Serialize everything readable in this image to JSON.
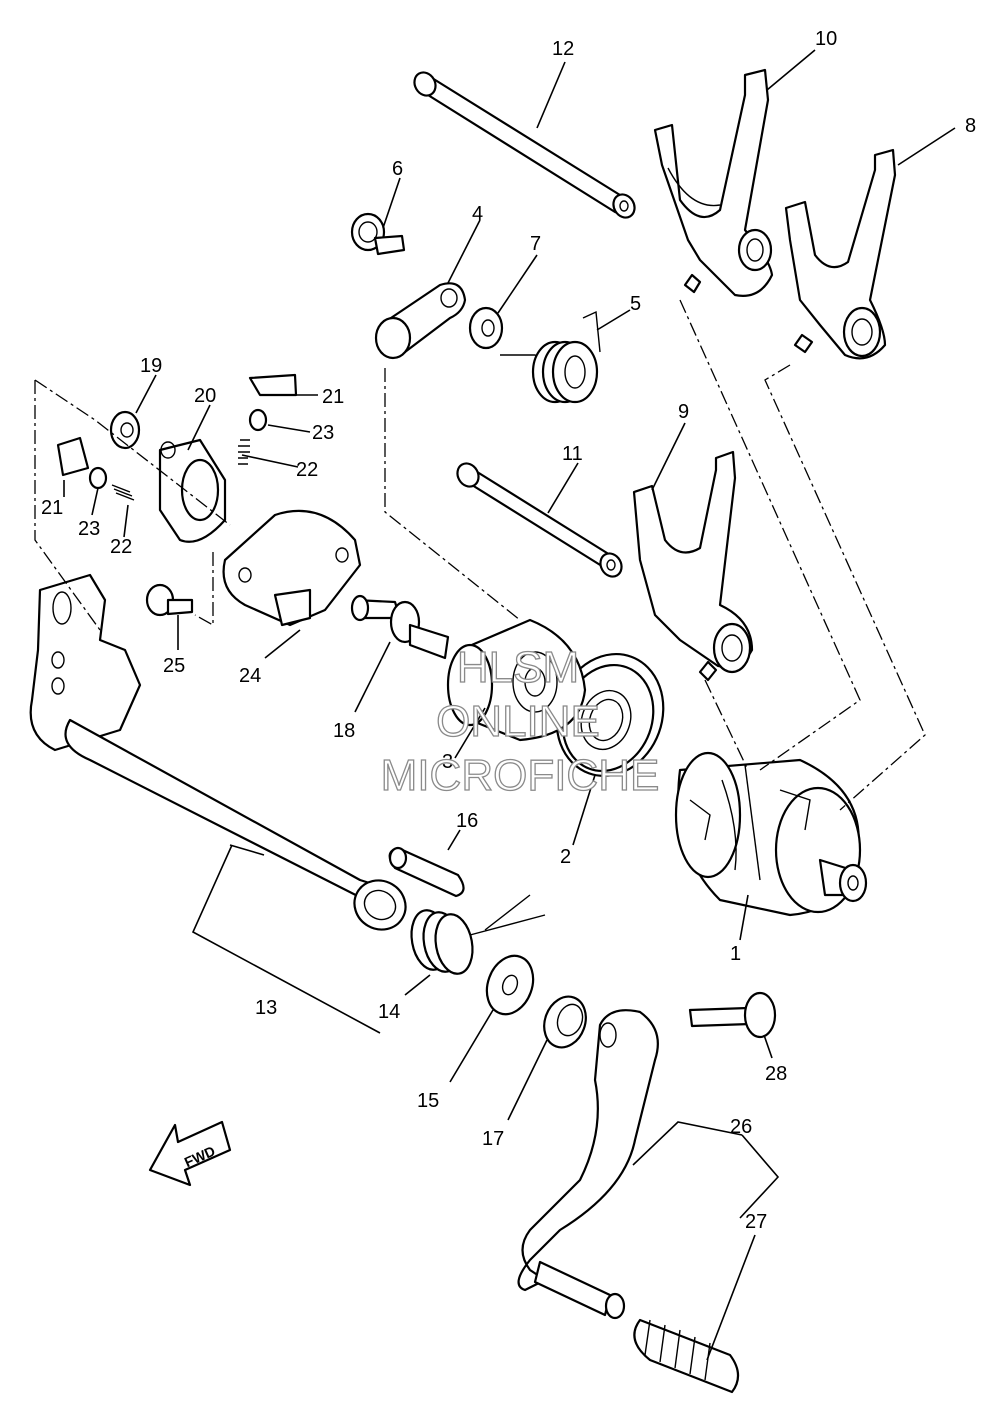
{
  "diagram": {
    "callouts": [
      {
        "id": "c1",
        "text": "1"
      },
      {
        "id": "c2",
        "text": "2"
      },
      {
        "id": "c3",
        "text": "3"
      },
      {
        "id": "c4",
        "text": "4"
      },
      {
        "id": "c5",
        "text": "5"
      },
      {
        "id": "c6",
        "text": "6"
      },
      {
        "id": "c7",
        "text": "7"
      },
      {
        "id": "c8",
        "text": "8"
      },
      {
        "id": "c9",
        "text": "9"
      },
      {
        "id": "c10",
        "text": "10"
      },
      {
        "id": "c11",
        "text": "11"
      },
      {
        "id": "c12",
        "text": "12"
      },
      {
        "id": "c13",
        "text": "13"
      },
      {
        "id": "c14",
        "text": "14"
      },
      {
        "id": "c15",
        "text": "15"
      },
      {
        "id": "c16",
        "text": "16"
      },
      {
        "id": "c17",
        "text": "17"
      },
      {
        "id": "c18",
        "text": "18"
      },
      {
        "id": "c19",
        "text": "19"
      },
      {
        "id": "c20",
        "text": "20"
      },
      {
        "id": "c21a",
        "text": "21"
      },
      {
        "id": "c21b",
        "text": "21"
      },
      {
        "id": "c22a",
        "text": "22"
      },
      {
        "id": "c22b",
        "text": "22"
      },
      {
        "id": "c23a",
        "text": "23"
      },
      {
        "id": "c23b",
        "text": "23"
      },
      {
        "id": "c24",
        "text": "24"
      },
      {
        "id": "c25",
        "text": "25"
      },
      {
        "id": "c26",
        "text": "26"
      },
      {
        "id": "c27",
        "text": "27"
      },
      {
        "id": "c28",
        "text": "28"
      }
    ],
    "fwd_label": "FWD",
    "watermark": [
      "HLSM",
      "ONLINE",
      "MICROFICHE"
    ]
  }
}
